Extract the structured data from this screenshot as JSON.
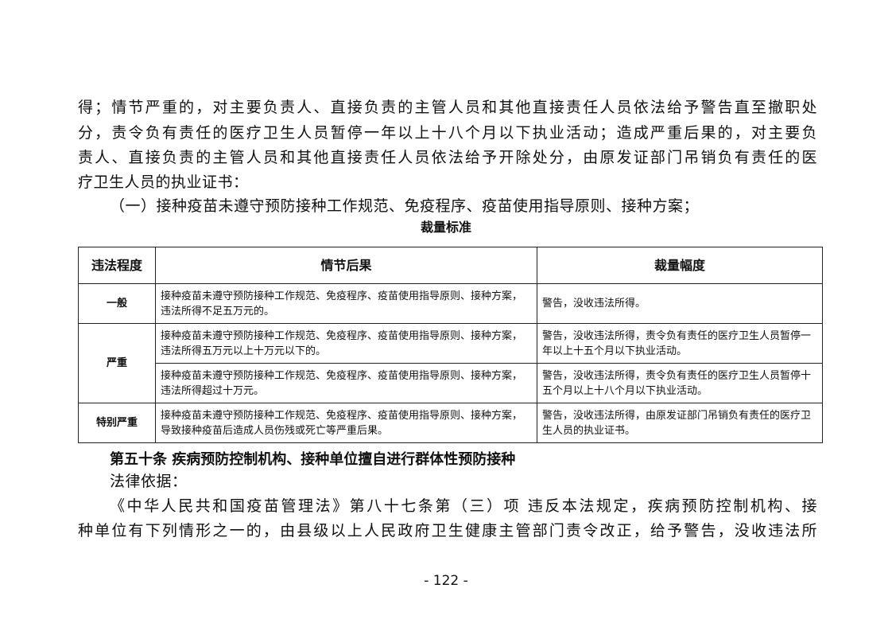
{
  "paragraph_lines": [
    "得；情节严重的，对主要负责人、直接负责的主管人员和其他直接责任人员依法给予警告直至撤职处",
    "分，责令负有责任的医疗卫生人员暂停一年以上十八个月以下执业活动；造成严重后果的，对主要负",
    "责人、直接负责的主管人员和其他直接责任人员依法给予开除处分，由原发证部门吊销负有责任的医",
    "疗卫生人员的执业证书："
  ],
  "item_1": "（一）接种疫苗未遵守预防接种工作规范、免疫程序、疫苗使用指导原则、接种方案；",
  "table_title": "裁量标准",
  "table": {
    "headers": [
      "违法程度",
      "情节后果",
      "裁量幅度"
    ],
    "rows": [
      {
        "level": "一般",
        "facts": "接种疫苗未遵守预防接种工作规范、免疫程序、疫苗使用指导原则、接种方案，违法所得不足五万元的。",
        "penalty": "警告，没收违法所得。"
      },
      {
        "level": "严重",
        "facts": "接种疫苗未遵守预防接种工作规范、免疫程序、疫苗使用指导原则、接种方案，违法所得五万元以上十万元以下的。",
        "penalty": "警告，没收违法所得，责令负有责任的医疗卫生人员暂停一年以上十五个月以下执业活动。"
      },
      {
        "level": "",
        "facts": "接种疫苗未遵守预防接种工作规范、免疫程序、疫苗使用指导原则、接种方案，违法所得超过十万元。",
        "penalty": "警告，没收违法所得，责令负有责任的医疗卫生人员暂停十五个月以上十八个月以下执业活动。"
      },
      {
        "level": "特别严重",
        "facts": "接种疫苗未遵守预防接种工作规范、免疫程序、疫苗使用指导原则、接种方案，导致接种疫苗后造成人员伤残或死亡等严重后果。",
        "penalty": "警告，没收违法所得，由原发证部门吊销负有责任的医疗卫生人员的执业证书。"
      }
    ]
  },
  "article_heading": "第五十条 疾病预防控制机构、接种单位擅自进行群体性预防接种",
  "legal_basis_label": "法律依据：",
  "legal_lines": [
    "《中华人民共和国疫苗管理法》第八十七条第（三）项 违反本法规定，疾病预防控制机构、接",
    "种单位有下列情形之一的，由县级以上人民政府卫生健康主管部门责令改正，给予警告，没收违法所"
  ],
  "page_number": "- 122 -"
}
